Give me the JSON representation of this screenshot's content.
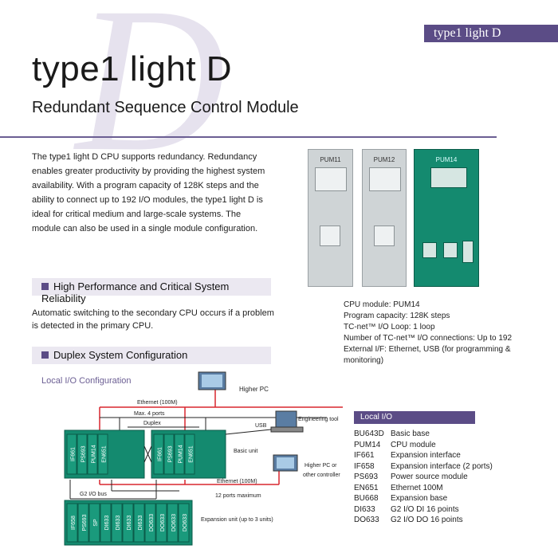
{
  "header": {
    "tag": "type1 light D",
    "title": "type1 light D",
    "subtitle": "Redundant Sequence Control Module"
  },
  "intro": "The type1 light D CPU supports redundancy. Redundancy enables greater productivity by providing the highest system availability. With a program capacity of 128K steps and the ability to connect up to 192 I/O modules, the type1 light D is ideal for critical medium and large-scale systems. The module can also be used in a single module configuration.",
  "sections": {
    "reliability": "High Performance and Critical System Reliability",
    "reliability_text": "Automatic switching to the secondary CPU occurs if a problem is detected in the primary CPU.",
    "duplex": "Duplex System Configuration"
  },
  "modules": [
    "PUM11",
    "PUM12",
    "PUM14"
  ],
  "spec": [
    "CPU module: PUM14",
    "Program capacity: 128K steps",
    "TC-net™ I/O Loop: 1 loop",
    "Number of TC-net™ I/O connections: Up to 192",
    "External I/F: Ethernet, USB (for programming & monitoring)"
  ],
  "diagram": {
    "title": "Local I/O Configuration",
    "higher_pc": "Higher PC",
    "ethernet_top": "Ethernet (100M)",
    "max_ports": "Max. 4 ports",
    "duplex": "Duplex",
    "usb": "USB",
    "engineering_tool": "Engineering tool",
    "basic_unit": "Basic unit",
    "higher_pc_or": "Higher PC or",
    "other_controller": "other controller",
    "ethernet_bottom": "Ethernet (100M)",
    "twelve_ports": "12 ports maximum",
    "g2_bus": "G2 I/O bus",
    "expansion_unit": "Expansion unit (up to 3 units)",
    "basic_slots": [
      "IF661",
      "PS693",
      "PUM14",
      "EN651"
    ],
    "expansion_slots": [
      "IF658",
      "PS693",
      "SP",
      "DI633",
      "DI633",
      "DI633",
      "DI633",
      "DO633",
      "DO633",
      "DO633",
      "DO633"
    ]
  },
  "local_io": {
    "title": "Local I/O",
    "rows": [
      {
        "code": "BU643D",
        "desc": "Basic base"
      },
      {
        "code": "PUM14",
        "desc": "CPU module"
      },
      {
        "code": "IF661",
        "desc": "Expansion interface"
      },
      {
        "code": "IF658",
        "desc": "Expansion interface (2 ports)"
      },
      {
        "code": "PS693",
        "desc": "Power source module"
      },
      {
        "code": "EN651",
        "desc": "Ethernet 100M"
      },
      {
        "code": "BU668",
        "desc": "Expansion base"
      },
      {
        "code": "DI633",
        "desc": "G2 I/O DI 16 points"
      },
      {
        "code": "DO633",
        "desc": "G2 I/O DO 16 points"
      }
    ]
  },
  "colors": {
    "accent": "#5b4c86",
    "module_green": "#148a6f",
    "line_red": "#d9262e"
  }
}
